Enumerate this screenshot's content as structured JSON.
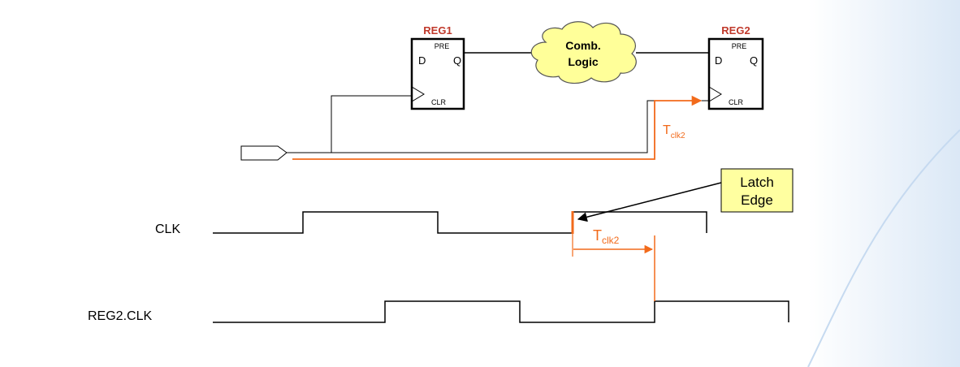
{
  "reg1": {
    "name": "REG1",
    "pre": "PRE",
    "d": "D",
    "q": "Q",
    "clr": "CLR"
  },
  "reg2": {
    "name": "REG2",
    "pre": "PRE",
    "d": "D",
    "q": "Q",
    "clr": "CLR"
  },
  "logic": {
    "line1": "Comb.",
    "line2": "Logic"
  },
  "path_label": {
    "main": "T",
    "sub": "clk2"
  },
  "callout": {
    "line1": "Latch",
    "line2": "Edge"
  },
  "timing_label": {
    "main": "T",
    "sub": "clk2"
  },
  "signals": [
    {
      "name": "CLK"
    },
    {
      "name": "REG2.CLK"
    }
  ],
  "colors": {
    "accent_orange": "#f26a1b",
    "register_red": "#c0392b",
    "callout_fill": "#ffffa0",
    "cloud_fill": "#ffff99",
    "line": "#000000"
  }
}
